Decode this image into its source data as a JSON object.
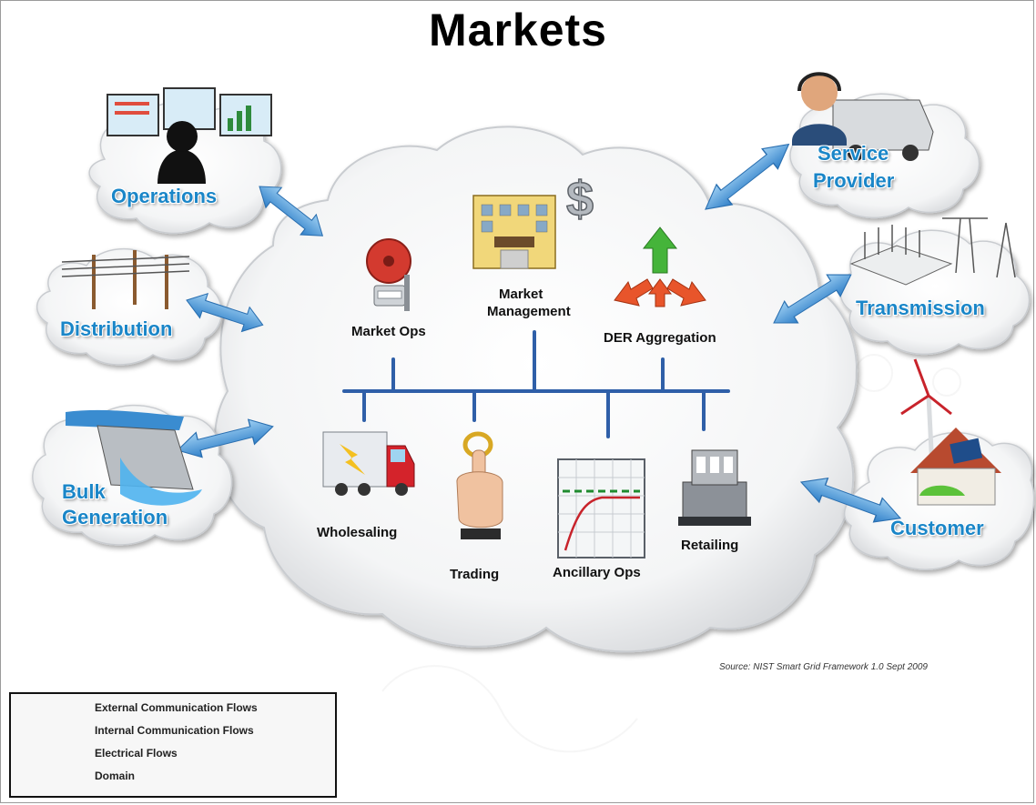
{
  "title": "Markets",
  "domains": {
    "operations": "Operations",
    "distribution": "Distribution",
    "bulk_generation_line1": "Bulk",
    "bulk_generation_line2": "Generation",
    "service_provider_line1": "Service",
    "service_provider_line2": "Provider",
    "transmission": "Transmission",
    "customer": "Customer"
  },
  "nodes": {
    "market_ops": "Market Ops",
    "market_management_line1": "Market",
    "market_management_line2": "Management",
    "der_aggregation": "DER Aggregation",
    "wholesaling": "Wholesaling",
    "trading": "Trading",
    "ancillary_ops": "Ancillary Ops",
    "retailing": "Retailing"
  },
  "icons": {
    "market_ops": "alarm-bell-icon",
    "market_management": "market-building-icon",
    "der_aggregation": "aggregation-arrows-icon",
    "wholesaling": "truck-icon",
    "trading": "hand-coin-icon",
    "ancillary_ops": "chart-screen-icon",
    "retailing": "cash-register-icon",
    "operations": "operator-monitors-icon",
    "distribution": "power-poles-icon",
    "bulk_generation": "dam-icon",
    "service_provider": "technician-truck-icon",
    "transmission": "substation-icon",
    "customer": "house-wind-turbine-icon"
  },
  "source": "Source:  NIST Smart Grid Framework 1.0 Sept 2009",
  "legend": {
    "external": "External Communication Flows",
    "internal": "Internal Communication Flows",
    "electrical": "Electrical Flows",
    "domain": "Domain"
  },
  "colors": {
    "domain_label": "#1a86c8",
    "internal_bus": "#2f5fa8",
    "external_arrow": "#4a93d6",
    "electrical": "#f0a500"
  }
}
